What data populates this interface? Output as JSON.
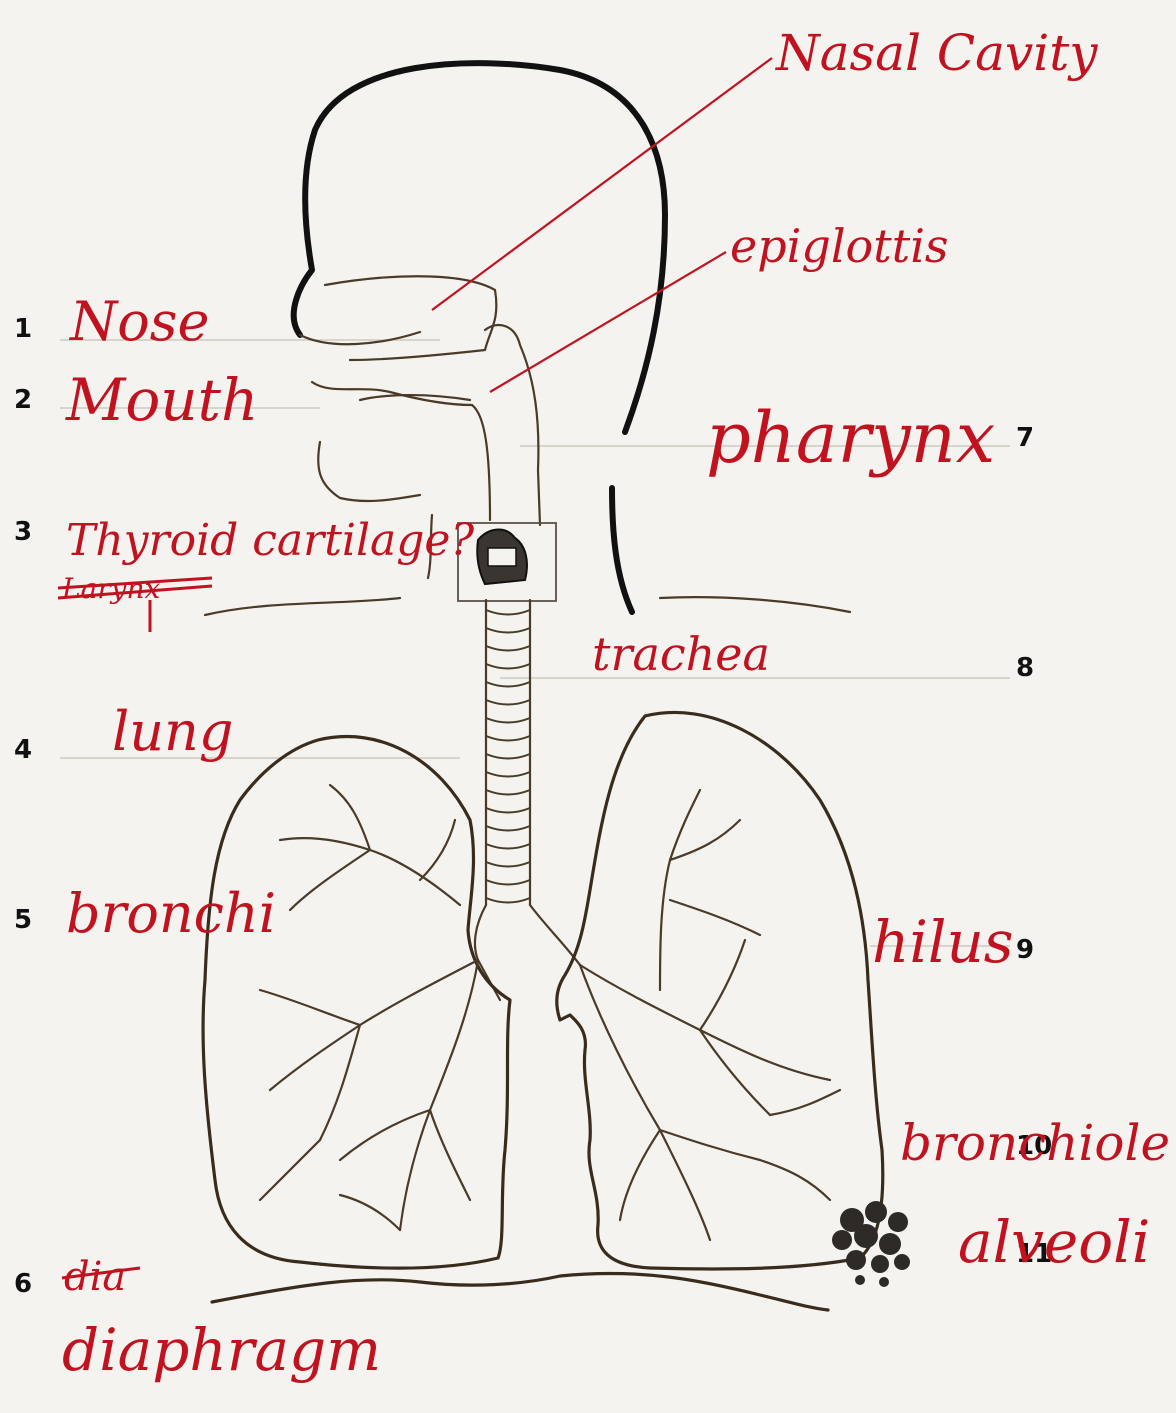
{
  "numbers": [
    "1",
    "2",
    "3",
    "4",
    "5",
    "6",
    "7",
    "8",
    "9",
    "10",
    "11"
  ],
  "labels": {
    "nose": "Nose",
    "mouth": "Mouth",
    "thyroid": "Thyroid cartilage?",
    "crossed_out": "Larynx",
    "lung": "lung",
    "bronchi": "bronchi",
    "diaphragm_scratch": "dia",
    "diaphragm": "diaphragm",
    "nasal_cavity": "Nasal Cavity",
    "epiglottis": "epiglottis",
    "pharynx": "pharynx",
    "trachea": "trachea",
    "hilus": "hilus",
    "bronchiole": "bronchiole",
    "alveoli": "alveoli"
  },
  "colors": {
    "ink": "#3a2c1c",
    "answer": "#c1121f",
    "paper": "#f4f3ef"
  }
}
